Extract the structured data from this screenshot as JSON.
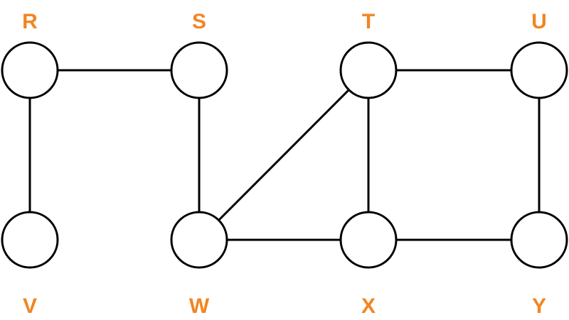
{
  "label_color": "#F28522",
  "line_color": "#000000",
  "node_fill": "#FFFFFF",
  "nodes": [
    {
      "id": "R",
      "label": "R"
    },
    {
      "id": "S",
      "label": "S"
    },
    {
      "id": "T",
      "label": "T"
    },
    {
      "id": "U",
      "label": "U"
    },
    {
      "id": "V",
      "label": "V"
    },
    {
      "id": "W",
      "label": "W"
    },
    {
      "id": "X",
      "label": "X"
    },
    {
      "id": "Y",
      "label": "Y"
    }
  ],
  "edges": [
    [
      "R",
      "S"
    ],
    [
      "R",
      "V"
    ],
    [
      "S",
      "W"
    ],
    [
      "W",
      "T"
    ],
    [
      "W",
      "X"
    ],
    [
      "T",
      "X"
    ],
    [
      "T",
      "U"
    ],
    [
      "U",
      "Y"
    ],
    [
      "X",
      "Y"
    ]
  ]
}
